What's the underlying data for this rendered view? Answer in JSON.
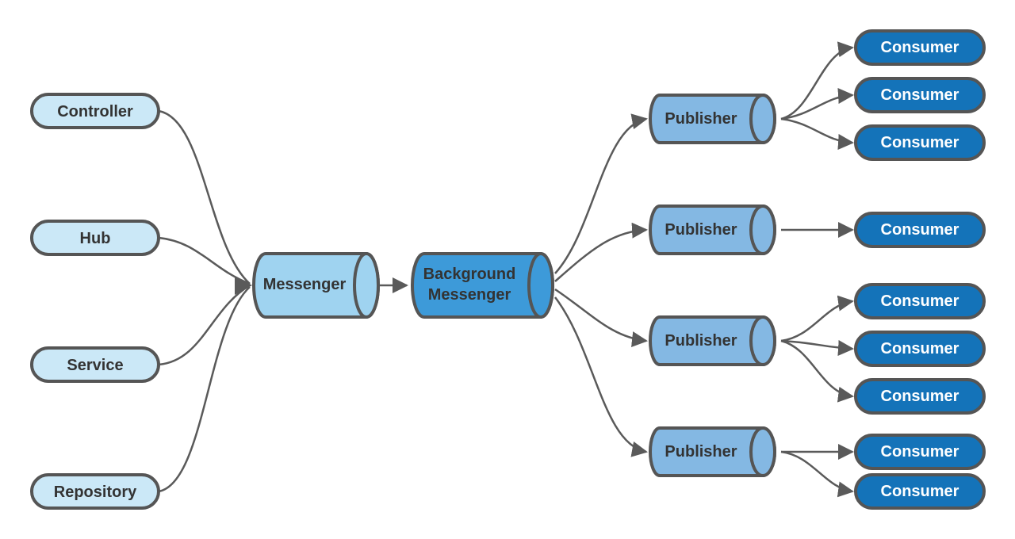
{
  "colors": {
    "source_fill": "#cbe8f7",
    "messenger_fill": "#9fd3f0",
    "background_messenger_fill": "#3d9ad9",
    "publisher_fill": "#84b8e3",
    "consumer_fill": "#1473b9",
    "outline": "#555555",
    "edge": "#5a5a5a",
    "dark_text": "#333333",
    "light_text": "#ffffff"
  },
  "sources": [
    {
      "label": "Controller"
    },
    {
      "label": "Hub"
    },
    {
      "label": "Service"
    },
    {
      "label": "Repository"
    }
  ],
  "messenger": {
    "label": "Messenger"
  },
  "background_messenger": {
    "line1": "Background",
    "line2": "Messenger"
  },
  "publishers": [
    {
      "label": "Publisher",
      "consumers": [
        "Consumer",
        "Consumer",
        "Consumer"
      ]
    },
    {
      "label": "Publisher",
      "consumers": [
        "Consumer"
      ]
    },
    {
      "label": "Publisher",
      "consumers": [
        "Consumer",
        "Consumer",
        "Consumer"
      ]
    },
    {
      "label": "Publisher",
      "consumers": [
        "Consumer",
        "Consumer"
      ]
    }
  ]
}
